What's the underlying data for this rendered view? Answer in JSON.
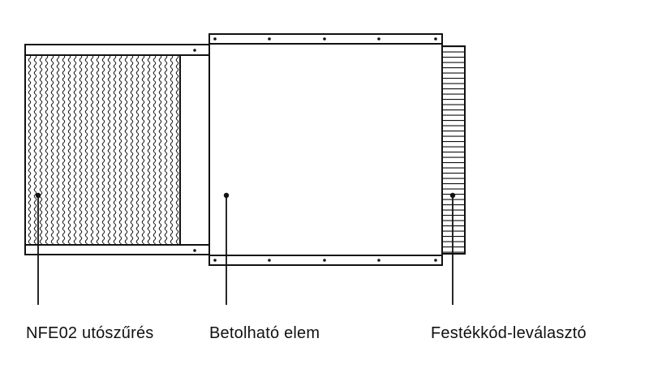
{
  "labels": {
    "filter": "NFE02 utószűrés",
    "insert": "Betolható elem",
    "separator": "Festékkód-leválasztó"
  },
  "colors": {
    "stroke": "#111111",
    "background": "#ffffff"
  }
}
